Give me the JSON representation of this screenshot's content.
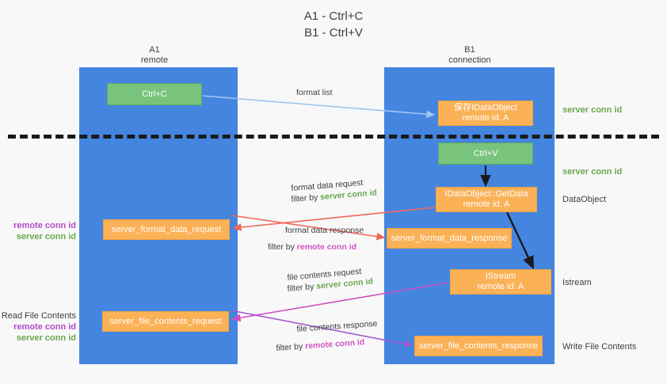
{
  "diagram": {
    "title": "A1 - Ctrl+C\nB1 - Ctrl+V",
    "columns": [
      {
        "id": "a1",
        "label": "A1\nremote"
      },
      {
        "id": "b1",
        "label": "B1\nconnection"
      }
    ],
    "nodes": {
      "ctrl_c": "Ctrl+C",
      "save_idataobject": "保存IDataObject\nremote id: A",
      "ctrl_v": "Ctrl+V",
      "getdata": "IDataObject::GetData\nremote id: A",
      "server_format_data_request": "server_format_data_request",
      "server_format_data_response": "server_format_data_response",
      "istream": "IStream\nremote id: A",
      "server_file_contents_request": "server_file_contents_request",
      "server_file_contents_response": "server_file_contents_response"
    },
    "edge_labels": {
      "format_list": "format list",
      "format_data_request": "format data request",
      "format_data_request_filter_prefix": "filter by ",
      "format_data_request_filter_value": "server conn id",
      "format_data_response": "format data response",
      "format_data_response_filter_prefix": "filter by ",
      "format_data_response_filter_value": "remote conn id",
      "file_contents_request": "file contents request",
      "file_contents_request_filter_prefix": "filter by ",
      "file_contents_request_filter_value": "server conn id",
      "file_contents_response": "file contents response",
      "file_contents_response_filter_prefix": "filter by ",
      "file_contents_response_filter_value": "remote conn id"
    },
    "side_annotations": {
      "server_conn_id_top": "server conn id",
      "server_conn_id_mid": "server conn id",
      "dataobject": "DataObject",
      "istream": "Istream",
      "write_file_contents": "Write File Contents"
    },
    "left_annotations": {
      "block1_remote": "remote conn id",
      "block1_server": "server conn id",
      "block2_title": "Read File Contents",
      "block2_remote": "remote conn id",
      "block2_server": "server conn id"
    },
    "colors": {
      "lane": "#4485e0",
      "green_node": "#79c47d",
      "orange_node": "#fbb156",
      "light_blue_arrow": "#9cc8ef",
      "red_arrow": "#f2675c",
      "magenta_arrow": "#d04fc0",
      "purple_arrow": "#a259cf",
      "black_arrow": "#1a1a1a",
      "green_text": "#6aa84f",
      "purple_text": "#b24bc9",
      "background": "#f8f8f8",
      "divider": "#1a1a1a"
    }
  }
}
